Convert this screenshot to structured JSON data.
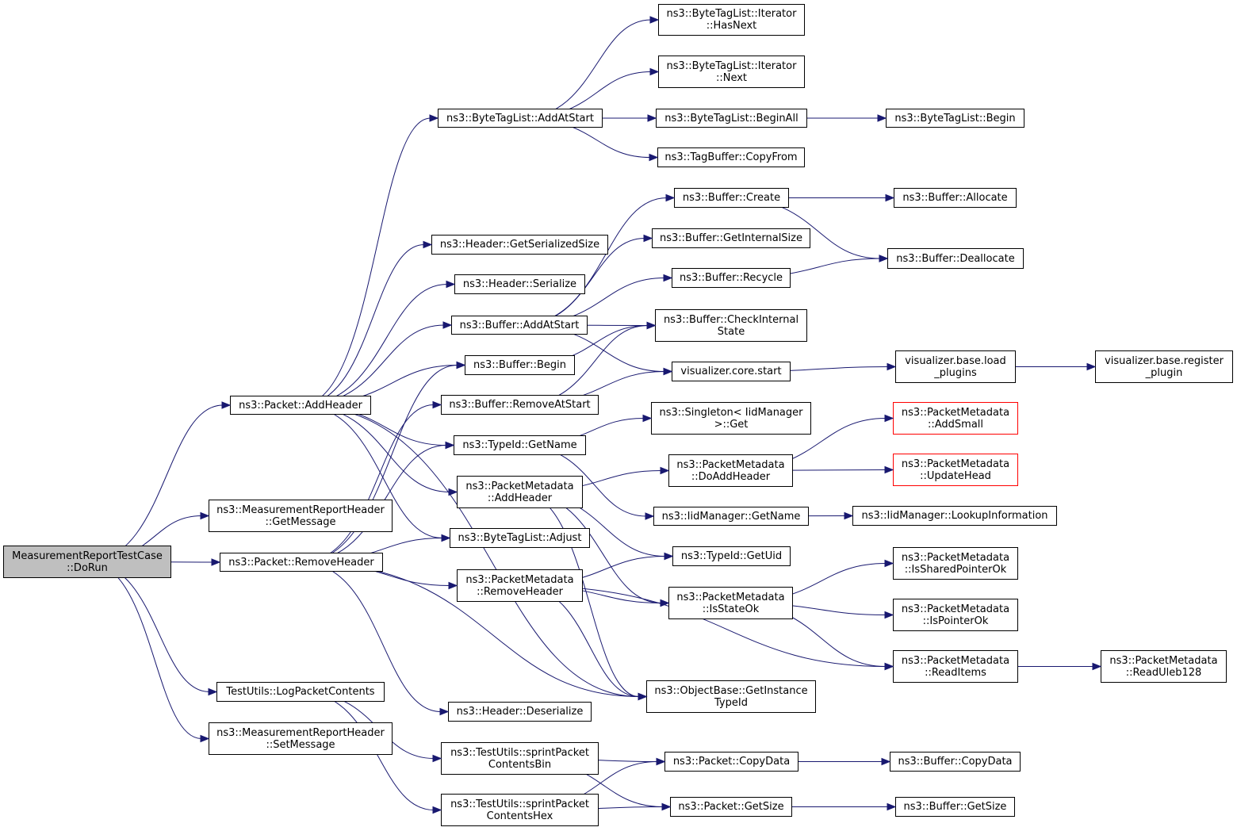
{
  "colors": {
    "edge": "#191970",
    "node_border": "#000000",
    "root_fill": "#bfbfbf",
    "truncated_border": "#ff0000"
  },
  "nodes": {
    "dorun": {
      "lines": [
        "MeasurementReportTestCase",
        "::DoRun"
      ]
    },
    "addheader": {
      "lines": [
        "ns3::Packet::AddHeader"
      ]
    },
    "mrh_getmsg": {
      "lines": [
        "ns3::MeasurementReportHeader",
        "::GetMessage"
      ]
    },
    "removeheader": {
      "lines": [
        "ns3::Packet::RemoveHeader"
      ]
    },
    "logpkt": {
      "lines": [
        "TestUtils::LogPacketContents"
      ]
    },
    "mrh_setmsg": {
      "lines": [
        "ns3::MeasurementReportHeader",
        "::SetMessage"
      ]
    },
    "btl_addatstart": {
      "lines": [
        "ns3::ByteTagList::AddAtStart"
      ]
    },
    "hdr_getsersize": {
      "lines": [
        "ns3::Header::GetSerializedSize"
      ]
    },
    "hdr_serialize": {
      "lines": [
        "ns3::Header::Serialize"
      ]
    },
    "buf_addatstart": {
      "lines": [
        "ns3::Buffer::AddAtStart"
      ]
    },
    "buf_begin": {
      "lines": [
        "ns3::Buffer::Begin"
      ]
    },
    "buf_removeatstart": {
      "lines": [
        "ns3::Buffer::RemoveAtStart"
      ]
    },
    "typeid_getname": {
      "lines": [
        "ns3::TypeId::GetName"
      ]
    },
    "pm_addheader": {
      "lines": [
        "ns3::PacketMetadata",
        "::AddHeader"
      ]
    },
    "btl_adjust": {
      "lines": [
        "ns3::ByteTagList::Adjust"
      ]
    },
    "pm_removeheader": {
      "lines": [
        "ns3::PacketMetadata",
        "::RemoveHeader"
      ]
    },
    "hdr_deserialize": {
      "lines": [
        "ns3::Header::Deserialize"
      ]
    },
    "tu_sprintbin": {
      "lines": [
        "ns3::TestUtils::sprintPacket",
        "ContentsBin"
      ]
    },
    "tu_sprinthex": {
      "lines": [
        "ns3::TestUtils::sprintPacket",
        "ContentsHex"
      ]
    },
    "it_hasnext": {
      "lines": [
        "ns3::ByteTagList::Iterator",
        "::HasNext"
      ]
    },
    "it_next": {
      "lines": [
        "ns3::ByteTagList::Iterator",
        "::Next"
      ]
    },
    "btl_beginall": {
      "lines": [
        "ns3::ByteTagList::BeginAll"
      ]
    },
    "tb_copyfrom": {
      "lines": [
        "ns3::TagBuffer::CopyFrom"
      ]
    },
    "buf_create": {
      "lines": [
        "ns3::Buffer::Create"
      ]
    },
    "buf_getinternalsize": {
      "lines": [
        "ns3::Buffer::GetInternalSize"
      ]
    },
    "buf_recycle": {
      "lines": [
        "ns3::Buffer::Recycle"
      ]
    },
    "buf_checkinternal": {
      "lines": [
        "ns3::Buffer::CheckInternal",
        "State"
      ]
    },
    "vis_core_start": {
      "lines": [
        "visualizer.core.start"
      ]
    },
    "singleton_get": {
      "lines": [
        "ns3::Singleton< IidManager",
        ">::Get"
      ]
    },
    "pm_doaddheader": {
      "lines": [
        "ns3::PacketMetadata",
        "::DoAddHeader"
      ]
    },
    "iid_getname": {
      "lines": [
        "ns3::IidManager::GetName"
      ]
    },
    "typeid_getuid": {
      "lines": [
        "ns3::TypeId::GetUid"
      ]
    },
    "pm_isstateok": {
      "lines": [
        "ns3::PacketMetadata",
        "::IsStateOk"
      ]
    },
    "ob_getinstance": {
      "lines": [
        "ns3::ObjectBase::GetInstance",
        "TypeId"
      ]
    },
    "pkt_copydata": {
      "lines": [
        "ns3::Packet::CopyData"
      ]
    },
    "pkt_getsize": {
      "lines": [
        "ns3::Packet::GetSize"
      ]
    },
    "btl_begin": {
      "lines": [
        "ns3::ByteTagList::Begin"
      ]
    },
    "buf_allocate": {
      "lines": [
        "ns3::Buffer::Allocate"
      ]
    },
    "buf_deallocate": {
      "lines": [
        "ns3::Buffer::Deallocate"
      ]
    },
    "vis_load_plugins": {
      "lines": [
        "visualizer.base.load",
        "_plugins"
      ]
    },
    "pm_addsmall": {
      "lines": [
        "ns3::PacketMetadata",
        "::AddSmall"
      ]
    },
    "pm_updatehead": {
      "lines": [
        "ns3::PacketMetadata",
        "::UpdateHead"
      ]
    },
    "iid_lookupinfo": {
      "lines": [
        "ns3::IidManager::LookupInformation"
      ]
    },
    "pm_issharedptrok": {
      "lines": [
        "ns3::PacketMetadata",
        "::IsSharedPointerOk"
      ]
    },
    "pm_ispointerok": {
      "lines": [
        "ns3::PacketMetadata",
        "::IsPointerOk"
      ]
    },
    "pm_readitems": {
      "lines": [
        "ns3::PacketMetadata",
        "::ReadItems"
      ]
    },
    "buf_copydata": {
      "lines": [
        "ns3::Buffer::CopyData"
      ]
    },
    "buf_getsize": {
      "lines": [
        "ns3::Buffer::GetSize"
      ]
    },
    "vis_register_plugin": {
      "lines": [
        "visualizer.base.register",
        "_plugin"
      ]
    },
    "pm_readuleb128": {
      "lines": [
        "ns3::PacketMetadata",
        "::ReadUleb128"
      ]
    }
  },
  "edges": [
    [
      "dorun",
      "addheader"
    ],
    [
      "dorun",
      "mrh_getmsg"
    ],
    [
      "dorun",
      "removeheader"
    ],
    [
      "dorun",
      "logpkt"
    ],
    [
      "dorun",
      "mrh_setmsg"
    ],
    [
      "addheader",
      "btl_addatstart"
    ],
    [
      "addheader",
      "hdr_getsersize"
    ],
    [
      "addheader",
      "hdr_serialize"
    ],
    [
      "addheader",
      "buf_addatstart"
    ],
    [
      "addheader",
      "buf_begin"
    ],
    [
      "addheader",
      "typeid_getname"
    ],
    [
      "addheader",
      "pm_addheader"
    ],
    [
      "addheader",
      "btl_adjust"
    ],
    [
      "addheader",
      "ob_getinstance"
    ],
    [
      "removeheader",
      "buf_begin"
    ],
    [
      "removeheader",
      "buf_removeatstart"
    ],
    [
      "removeheader",
      "typeid_getname"
    ],
    [
      "removeheader",
      "btl_adjust"
    ],
    [
      "removeheader",
      "pm_removeheader"
    ],
    [
      "removeheader",
      "hdr_deserialize"
    ],
    [
      "removeheader",
      "ob_getinstance"
    ],
    [
      "logpkt",
      "tu_sprintbin"
    ],
    [
      "logpkt",
      "tu_sprinthex"
    ],
    [
      "btl_addatstart",
      "it_hasnext"
    ],
    [
      "btl_addatstart",
      "it_next"
    ],
    [
      "btl_addatstart",
      "btl_beginall"
    ],
    [
      "btl_addatstart",
      "tb_copyfrom"
    ],
    [
      "btl_beginall",
      "btl_begin"
    ],
    [
      "buf_addatstart",
      "buf_create"
    ],
    [
      "buf_addatstart",
      "buf_getinternalsize"
    ],
    [
      "buf_addatstart",
      "buf_recycle"
    ],
    [
      "buf_addatstart",
      "buf_checkinternal"
    ],
    [
      "buf_addatstart",
      "vis_core_start"
    ],
    [
      "buf_begin",
      "buf_checkinternal"
    ],
    [
      "buf_removeatstart",
      "buf_checkinternal"
    ],
    [
      "buf_removeatstart",
      "vis_core_start"
    ],
    [
      "buf_create",
      "buf_allocate"
    ],
    [
      "buf_create",
      "buf_deallocate"
    ],
    [
      "buf_recycle",
      "buf_deallocate"
    ],
    [
      "vis_core_start",
      "vis_load_plugins"
    ],
    [
      "vis_load_plugins",
      "vis_register_plugin"
    ],
    [
      "typeid_getname",
      "singleton_get"
    ],
    [
      "typeid_getname",
      "iid_getname"
    ],
    [
      "iid_getname",
      "iid_lookupinfo"
    ],
    [
      "pm_addheader",
      "pm_doaddheader"
    ],
    [
      "pm_addheader",
      "typeid_getuid"
    ],
    [
      "pm_addheader",
      "pm_isstateok"
    ],
    [
      "pm_addheader",
      "ob_getinstance"
    ],
    [
      "pm_doaddheader",
      "pm_addsmall"
    ],
    [
      "pm_doaddheader",
      "pm_updatehead"
    ],
    [
      "pm_removeheader",
      "typeid_getuid"
    ],
    [
      "pm_removeheader",
      "pm_isstateok"
    ],
    [
      "pm_removeheader",
      "pm_readitems"
    ],
    [
      "pm_removeheader",
      "ob_getinstance"
    ],
    [
      "pm_isstateok",
      "pm_issharedptrok"
    ],
    [
      "pm_isstateok",
      "pm_ispointerok"
    ],
    [
      "pm_isstateok",
      "pm_readitems"
    ],
    [
      "pm_readitems",
      "pm_readuleb128"
    ],
    [
      "tu_sprintbin",
      "pkt_copydata"
    ],
    [
      "tu_sprintbin",
      "pkt_getsize"
    ],
    [
      "tu_sprinthex",
      "pkt_copydata"
    ],
    [
      "tu_sprinthex",
      "pkt_getsize"
    ],
    [
      "pkt_copydata",
      "buf_copydata"
    ],
    [
      "pkt_getsize",
      "buf_getsize"
    ]
  ]
}
